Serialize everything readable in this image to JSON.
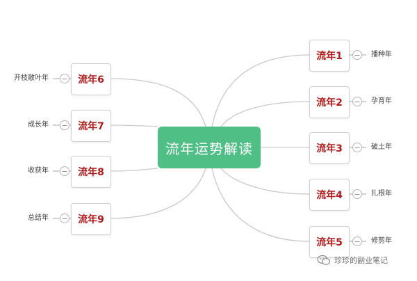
{
  "center": {
    "title": "流年运势解读"
  },
  "branches": [
    {
      "label": "流年1",
      "leaf": "播种年",
      "side": "right"
    },
    {
      "label": "流年2",
      "leaf": "孕育年",
      "side": "right"
    },
    {
      "label": "流年3",
      "leaf": "破土年",
      "side": "right"
    },
    {
      "label": "流年4",
      "leaf": "扎根年",
      "side": "right"
    },
    {
      "label": "流年5",
      "leaf": "修剪年",
      "side": "right"
    },
    {
      "label": "流年6",
      "leaf": "开枝散叶年",
      "side": "left"
    },
    {
      "label": "流年7",
      "leaf": "成长年",
      "side": "left"
    },
    {
      "label": "流年8",
      "leaf": "收获年",
      "side": "left"
    },
    {
      "label": "流年9",
      "leaf": "总结年",
      "side": "left"
    }
  ],
  "collapse_symbol": "−",
  "watermark": {
    "text": "珍珍的副业笔记",
    "icon": "wechat-icon"
  },
  "colors": {
    "center_bg": "#4fbf86",
    "branch_text": "#b11a1a",
    "connector": "#c9c9c9"
  }
}
